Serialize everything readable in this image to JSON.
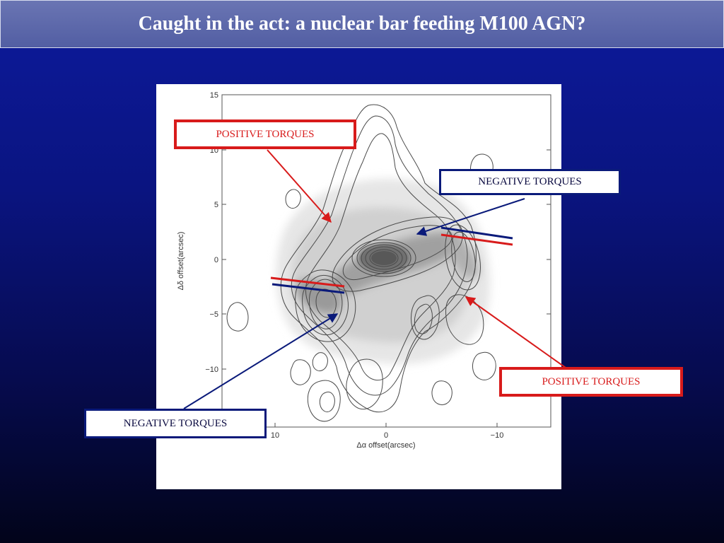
{
  "slide": {
    "title": "Caught in the act: a nuclear bar feeding M100 AGN?"
  },
  "figure": {
    "y_axis": {
      "label": "Δδ offset(arcsec)",
      "ticks": [
        "15",
        "10",
        "5",
        "0",
        "−5",
        "−10"
      ]
    },
    "x_axis": {
      "label": "Δα offset(arcsec)",
      "ticks": [
        "10",
        "0",
        "−10"
      ]
    }
  },
  "callouts": {
    "positive_top": "POSITIVE TORQUES",
    "negative_top": "NEGATIVE TORQUES",
    "positive_bottom": "POSITIVE TORQUES",
    "negative_bottom": "NEGATIVE TORQUES"
  },
  "colors": {
    "positive": "#d81b1b",
    "negative": "#0a1a7a"
  }
}
